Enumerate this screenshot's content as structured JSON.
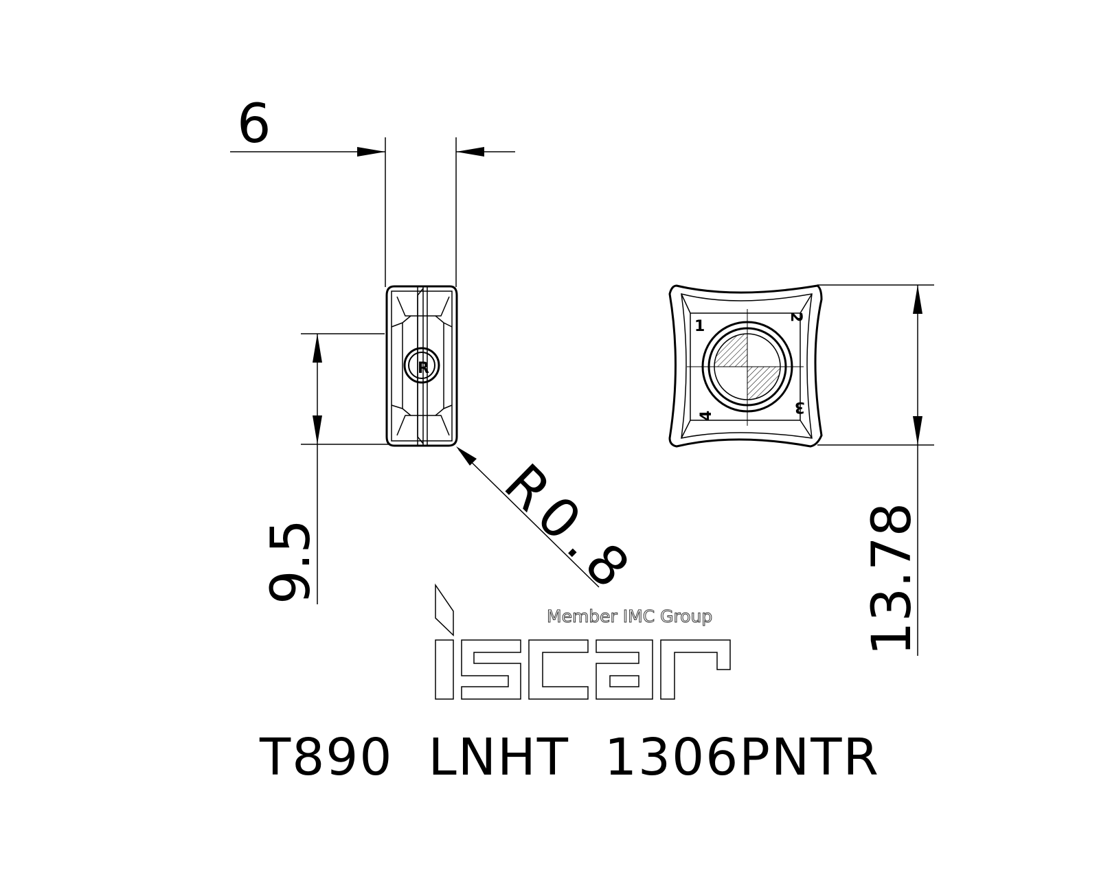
{
  "drawing": {
    "dimensions": {
      "thickness": "6",
      "half_height": "9.5",
      "corner_radius": "R0.8",
      "width": "13.78"
    },
    "insert_marks": {
      "side_letter": "R",
      "corner_numbers": [
        "1",
        "2",
        "3",
        "4"
      ]
    },
    "logo": {
      "tagline": "Member IMC Group",
      "brand": "iscar"
    },
    "title": "T890  LNHT  1306PNTR",
    "colors": {
      "line": "#000000",
      "background": "#ffffff"
    }
  }
}
